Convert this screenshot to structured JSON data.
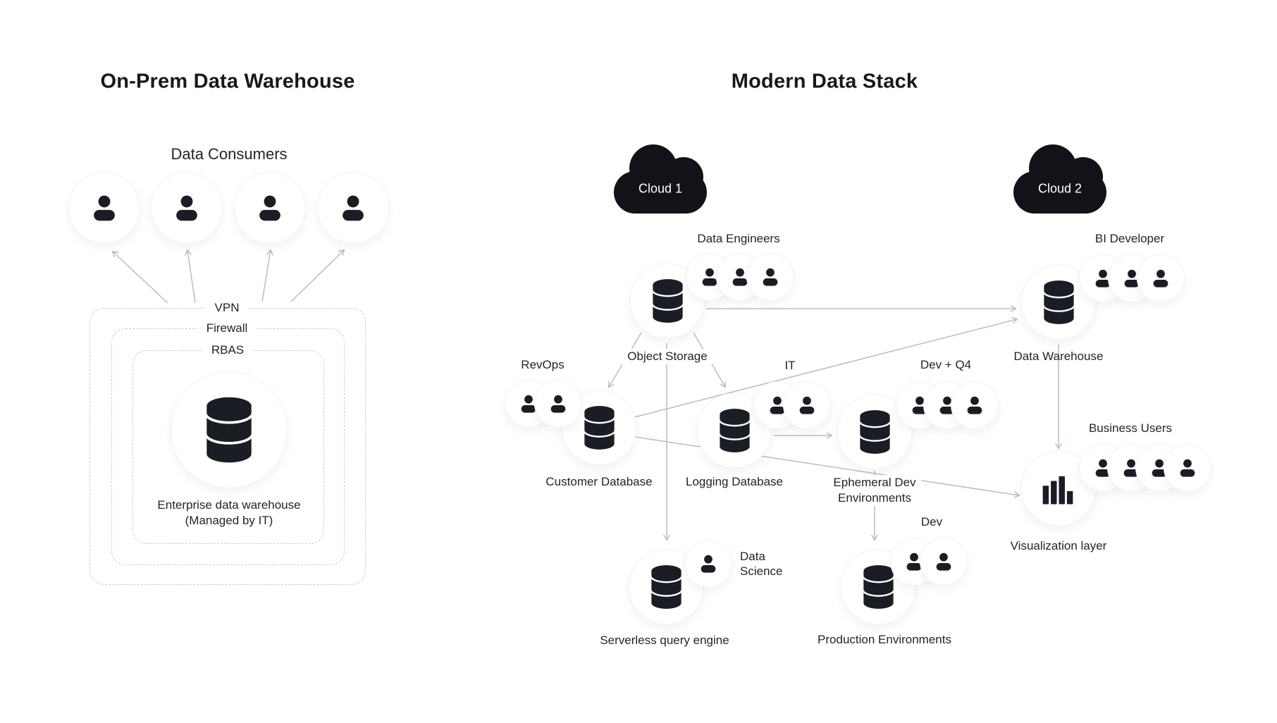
{
  "left": {
    "title": "On-Prem Data Warehouse",
    "consumers": "Data Consumers",
    "zone_outer": "VPN",
    "zone_middle": "Firewall",
    "zone_inner": "RBAS",
    "warehouse_line1": "Enterprise data warehouse",
    "warehouse_line2": "(Managed by IT)"
  },
  "right": {
    "title": "Modern Data Stack",
    "cloud1": "Cloud 1",
    "cloud2": "Cloud 2",
    "labels": {
      "data_engineers": "Data Engineers",
      "object_storage": "Object Storage",
      "revops": "RevOps",
      "it": "IT",
      "dev_q4": "Dev + Q4",
      "customer_database": "Customer Database",
      "logging_database": "Logging Database",
      "ephemeral_line1": "Ephemeral Dev",
      "ephemeral_line2": "Environments",
      "data_warehouse": "Data Warehouse",
      "bi_developer": "BI Developer",
      "business_users": "Business Users",
      "visualization": "Visualization layer",
      "data_science_line1": "Data",
      "data_science_line2": "Science",
      "serverless": "Serverless query engine",
      "dev": "Dev",
      "production": "Production Environments"
    }
  },
  "colors": {
    "wire": "#b6bccd",
    "dashed_border": "#c7ccd9",
    "icon": "#1a1d24",
    "text": "#21242c",
    "cloud_fill": "#111318"
  }
}
